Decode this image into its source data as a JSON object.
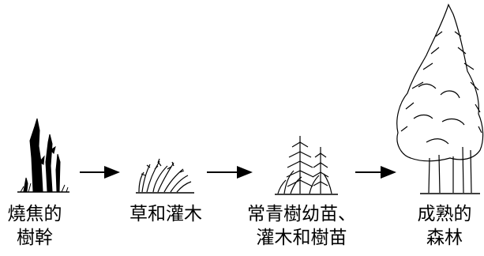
{
  "stages": [
    {
      "lines": [
        "燒焦的",
        "樹幹"
      ]
    },
    {
      "lines": [
        "草和灌木"
      ]
    },
    {
      "lines": [
        "常青樹幼苗、",
        "灌木和樹苗"
      ]
    },
    {
      "lines": [
        "成熟的",
        "森林"
      ]
    }
  ],
  "colors": {
    "ink": "#000000",
    "background": "#ffffff"
  },
  "icons": [
    "burnt-trunk-icon",
    "grass-shrub-icon",
    "seedling-shrub-icon",
    "mature-forest-icon"
  ]
}
